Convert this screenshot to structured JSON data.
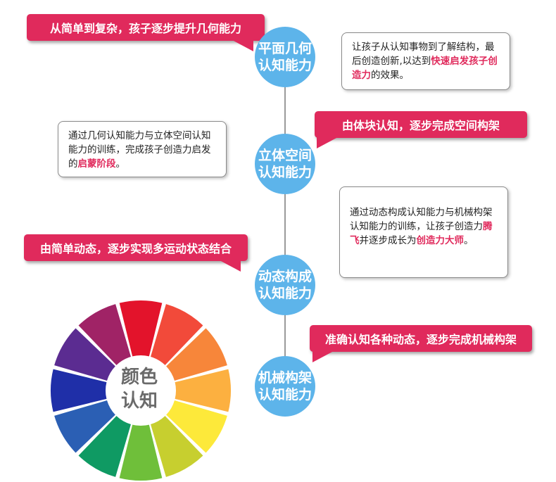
{
  "stages": [
    {
      "line1": "平面几何",
      "line2": "认知能力"
    },
    {
      "line1": "立体空间",
      "line2": "认知能力"
    },
    {
      "line1": "动态构成",
      "line2": "认知能力"
    },
    {
      "line1": "机械构架",
      "line2": "认知能力"
    }
  ],
  "banners": [
    "从简单到复杂，孩子逐步提升几何能力",
    "由体块认知，逐步完成空间构架",
    "由简单动态，逐步实现多运动状态结合",
    "准确认知各种动态，逐步完成机械构架"
  ],
  "boxes": [
    {
      "pre": "让孩子从认知事物到了解结构，最后创造创新,以达到",
      "hl": "快速启发孩子创造力",
      "post": "的效果。"
    },
    {
      "pre": "通过几何认知能力与立体空间认知能力的训练，完成孩子创造力启发的",
      "hl": "启蒙阶段",
      "post": "。"
    },
    {
      "pre": "通过动态构成认知能力与机械构架认知能力的训练，让孩子创造力",
      "hl": "腾飞",
      "mid": "并逐步成长为",
      "hl2": "创造力大师",
      "post": "。"
    }
  ],
  "wheel": {
    "line1": "颜色",
    "line2": "认知",
    "colors": [
      "#e3132b",
      "#f24a3a",
      "#f7863a",
      "#fcb040",
      "#fde93a",
      "#c7cf2f",
      "#6fbf3a",
      "#0f9a63",
      "#2b5fb4",
      "#1f2fa8",
      "#5b2c91",
      "#a02366"
    ]
  },
  "colors": {
    "accent": "#e02a5c",
    "circle": "#5db4ea"
  }
}
